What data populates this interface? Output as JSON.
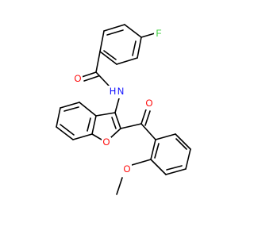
{
  "molecule": {
    "atoms": [
      {
        "id": "F",
        "symbol": "F",
        "color": "#33cc33"
      },
      {
        "id": "O1",
        "symbol": "O",
        "color": "#ff0000"
      },
      {
        "id": "N",
        "symbol": "N",
        "color": "#0000ff"
      },
      {
        "id": "H",
        "symbol": "H",
        "color": "#0000ff"
      },
      {
        "id": "O2",
        "symbol": "O",
        "color": "#ff0000"
      },
      {
        "id": "O3",
        "symbol": "O",
        "color": "#ff0000"
      },
      {
        "id": "O4",
        "symbol": "O",
        "color": "#ff0000"
      }
    ],
    "bond_color": "#000000"
  }
}
